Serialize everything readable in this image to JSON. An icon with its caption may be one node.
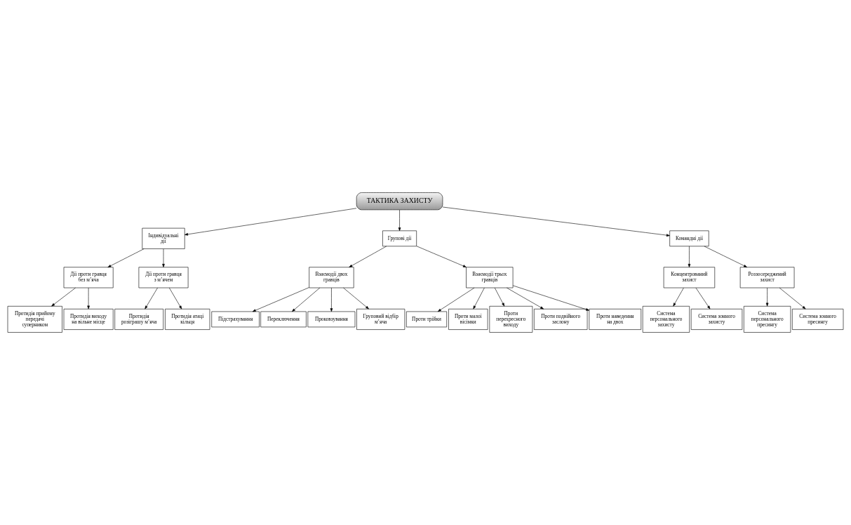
{
  "diagram": {
    "nodes": [
      {
        "text": [
          "ТАКТИКА ЗАХИСТУ"
        ]
      },
      {
        "text": [
          "Індивідуальні дії"
        ]
      },
      {
        "text": [
          "Групові дії"
        ]
      },
      {
        "text": [
          "Командні дії"
        ]
      },
      {
        "text": [
          "Дії проти гравця без м’яча"
        ]
      },
      {
        "text": [
          "Дії проти гравця з м’ячем"
        ]
      },
      {
        "text": [
          "Взаємодії двох гравців"
        ]
      },
      {
        "text": [
          "Взаємодії трьох гравців"
        ]
      },
      {
        "text": [
          "Концентрований захист"
        ]
      },
      {
        "text": [
          "Роззосереджений захист"
        ]
      },
      {
        "text": [
          "Протидія прийому передачі суперником"
        ]
      },
      {
        "text": [
          "Протидія виходу на вільне місце"
        ]
      },
      {
        "text": [
          "Протидія розіграшу м’яча"
        ]
      },
      {
        "text": [
          "Протидія атаці кільця"
        ]
      },
      {
        "text": [
          "Підстрахування"
        ]
      },
      {
        "text": [
          "Переключення"
        ]
      },
      {
        "text": [
          "Проковзування"
        ]
      },
      {
        "text": [
          "Груповий відбір м’яча"
        ]
      },
      {
        "text": [
          "Проти трійки"
        ]
      },
      {
        "text": [
          "Проти малої вісімки"
        ]
      },
      {
        "text": [
          "Проти перехресного виходу"
        ]
      },
      {
        "text": [
          "Проти подвійного заслону"
        ]
      },
      {
        "text": [
          "Проти наведення на двох"
        ]
      },
      {
        "text": [
          "Система персонального захисту"
        ]
      },
      {
        "text": [
          "Система зонного захисту"
        ]
      },
      {
        "text": [
          "Система персонального пресингу"
        ]
      },
      {
        "text": [
          "Система зонного пресингу"
        ]
      }
    ],
    "edges": [
      {
        "from": 0,
        "to": 1,
        "arrow": "to"
      },
      {
        "from": 0,
        "to": 2,
        "arrow": "to"
      },
      {
        "from": 0,
        "to": 3,
        "arrow": "to"
      },
      {
        "from": 1,
        "to": 4,
        "arrow": "to"
      },
      {
        "from": 1,
        "to": 5,
        "arrow": "to"
      },
      {
        "from": 2,
        "to": 6,
        "arrow": "to"
      },
      {
        "from": 2,
        "to": 7,
        "arrow": "to"
      },
      {
        "from": 3,
        "to": 8,
        "arrow": "to"
      },
      {
        "from": 3,
        "to": 9,
        "arrow": "to"
      },
      {
        "from": 4,
        "to": 10,
        "arrow": "to"
      },
      {
        "from": 4,
        "to": 11,
        "arrow": "to"
      },
      {
        "from": 5,
        "to": 12,
        "arrow": "to"
      },
      {
        "from": 5,
        "to": 13,
        "arrow": "to"
      },
      {
        "from": 6,
        "to": 14,
        "arrow": "to"
      },
      {
        "from": 6,
        "to": 15,
        "arrow": "to"
      },
      {
        "from": 6,
        "to": 16,
        "arrow": "to"
      },
      {
        "from": 6,
        "to": 17,
        "arrow": "to"
      },
      {
        "from": 7,
        "to": 18,
        "arrow": "to"
      },
      {
        "from": 7,
        "to": 19,
        "arrow": "to"
      },
      {
        "from": 7,
        "to": 20,
        "arrow": "to"
      },
      {
        "from": 7,
        "to": 21,
        "arrow": "to"
      },
      {
        "from": 7,
        "to": 22,
        "arrow": "to"
      },
      {
        "from": 8,
        "to": 23,
        "arrow": "to"
      },
      {
        "from": 8,
        "to": 24,
        "arrow": "to"
      },
      {
        "from": 9,
        "to": 25,
        "arrow": "to"
      },
      {
        "from": 9,
        "to": 26,
        "arrow": "to"
      }
    ]
  }
}
